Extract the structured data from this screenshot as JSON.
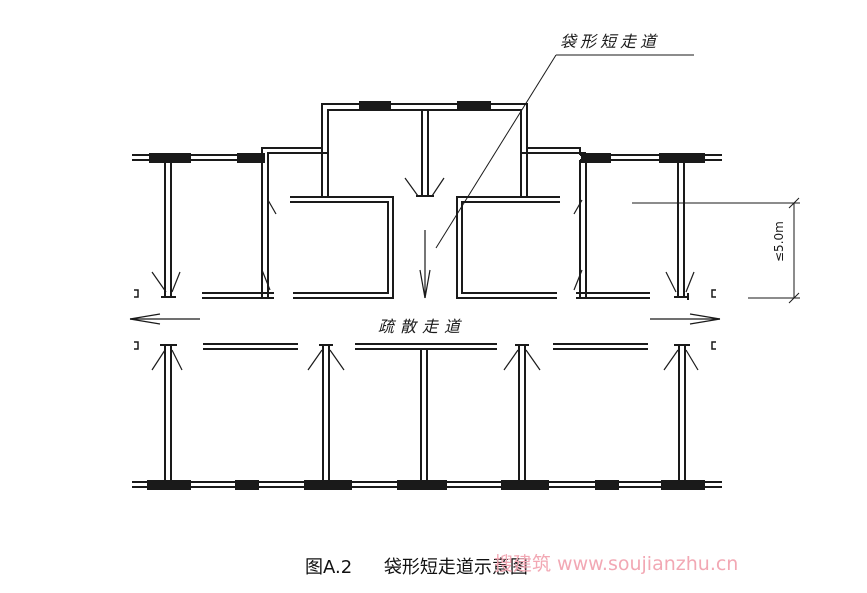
{
  "labels": {
    "dead_end_corridor": "袋形短走道",
    "evacuation_corridor": "疏散走道",
    "dimension": "≤5.0m"
  },
  "caption": {
    "figure_number": "图A.2",
    "title": "袋形短走道示意图"
  },
  "watermark": "搜建筑 www.soujianzhu.cn",
  "colors": {
    "line": "#1a1a1a",
    "watermark": "#f2a8b4"
  }
}
